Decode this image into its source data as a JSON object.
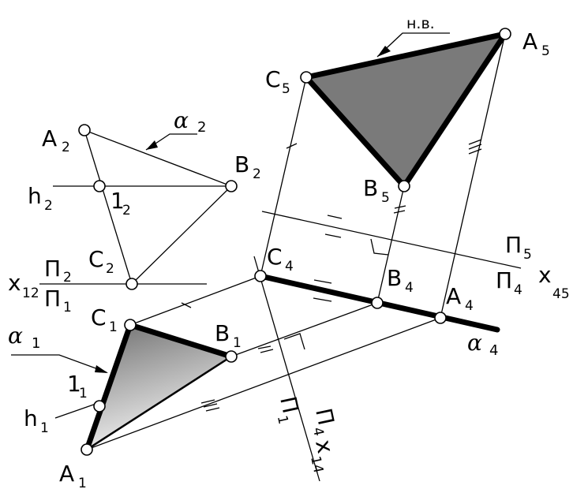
{
  "labels": {
    "A2": "A",
    "A2_sub": "2",
    "B2": "B",
    "B2_sub": "2",
    "C2": "C",
    "C2_sub": "2",
    "h2": "h",
    "h2_sub": "2",
    "one2": "1",
    "one2_sub": "2",
    "alpha2": "α",
    "alpha2_sub": "2",
    "x12": "x",
    "x12_sub": "12",
    "P2": "Π",
    "P2_sub": "2",
    "P1": "Π",
    "P1_sub": "1",
    "C1": "C",
    "C1_sub": "1",
    "B1": "B",
    "B1_sub": "1",
    "A1": "A",
    "A1_sub": "1",
    "alpha1": "α",
    "alpha1_sub": "1",
    "one1": "1",
    "one1_sub": "1",
    "h1": "h",
    "h1_sub": "1",
    "C4": "C",
    "C4_sub": "4",
    "B4": "B",
    "B4_sub": "4",
    "A4": "A",
    "A4_sub": "4",
    "alpha4": "α",
    "alpha4_sub": "4",
    "C5": "C",
    "C5_sub": "5",
    "B5": "B",
    "B5_sub": "5",
    "A5": "A",
    "A5_sub": "5",
    "iv": "н.в.",
    "P5": "Π",
    "P5_sub": "5",
    "P4r": "Π",
    "P4r_sub": "4",
    "x45": "x",
    "x45_sub": "45",
    "P4v": "Π",
    "P4v_sub": "4",
    "P1v": "Π",
    "P1v_sub": "1",
    "x14": "x",
    "x14_sub": "14"
  },
  "colors": {
    "ink": "#000000",
    "fill_dark": "#7a7a7a",
    "grad_start": "#6e6e6e",
    "grad_end": "#f4f4f4"
  }
}
